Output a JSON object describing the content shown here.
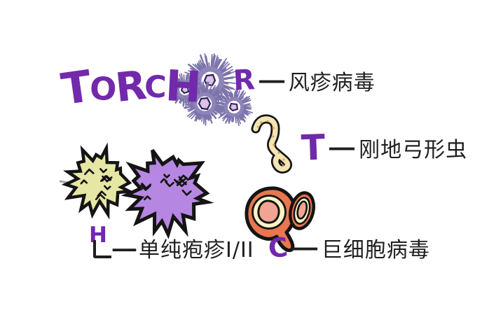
{
  "title": "TORCH",
  "labels": {
    "rubella": {
      "letter": "R",
      "separator": "—",
      "name": "风疹病毒"
    },
    "toxoplasma": {
      "letter": "T",
      "separator": "—",
      "name": "刚地弓形虫"
    },
    "herpes": {
      "letter": "H",
      "separator": "—",
      "name": "单纯疱疹I/II"
    },
    "cmv": {
      "letter": "C",
      "separator": "—",
      "name": "巨细胞病毒"
    }
  },
  "illustrations": {
    "rubella": "rubella-virus-fuzzy-particles",
    "toxoplasma": "toxoplasma-gondii-crescent-parasite",
    "herpes": "herpes-spiky-virions",
    "cmv": "cmv-owl-eye-inclusion-cells"
  },
  "colors": {
    "purple": "#7229ab",
    "ink": "#1f1f1f",
    "background": "#ffffff",
    "rubella_fuzz": "#7d74ab",
    "rubella_body": "#8d84ba",
    "rubella_center": "#dcc0ee",
    "rubella_center_outline": "#2e2050",
    "worm_fill": "#f3e5b4",
    "worm_speckle": "#dd9350",
    "herpes_yellow": "#e6e7a4",
    "herpes_purple": "#b687e2",
    "cmv_outer": "#e8764f",
    "cmv_mid": "#f9f3c5",
    "cmv_inner": "#f2a493",
    "outline": "#141414"
  }
}
